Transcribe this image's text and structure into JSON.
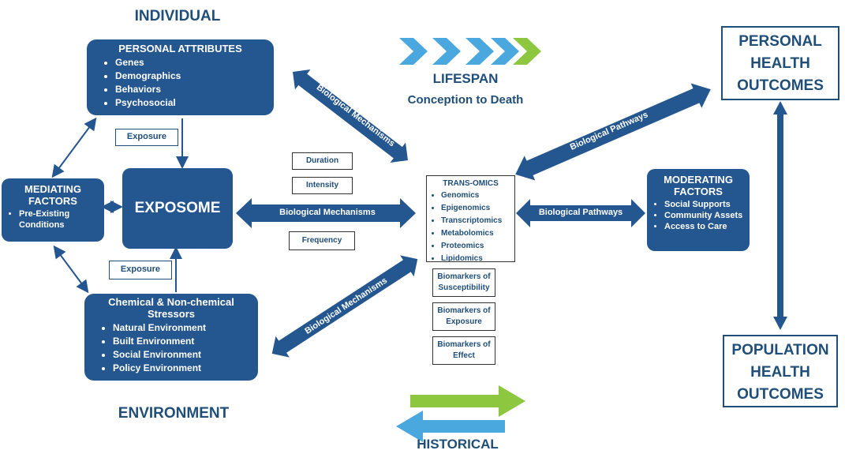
{
  "labels": {
    "individual": "INDIVIDUAL",
    "environment": "ENVIRONMENT",
    "lifespan_title": "LIFESPAN",
    "lifespan_subtitle": "Conception to Death",
    "historical": "HISTORICAL"
  },
  "personal_attributes": {
    "title": "PERSONAL ATTRIBUTES",
    "items": [
      "Genes",
      "Demographics",
      "Behaviors",
      "Psychosocial"
    ]
  },
  "mediating_factors": {
    "title": "MEDIATING FACTORS",
    "items": [
      "Pre-Existing Conditions"
    ]
  },
  "exposome": {
    "title": "EXPOSOME"
  },
  "stressors": {
    "title": "Chemical & Non-chemical Stressors",
    "items": [
      "Natural Environment",
      "Built Environment",
      "Social Environment",
      "Policy Environment"
    ]
  },
  "exposure_top": "Exposure",
  "exposure_bottom": "Exposure",
  "duration": "Duration",
  "intensity": "Intensity",
  "frequency": "Frequency",
  "trans_omics": {
    "title": "TRANS-OMICS",
    "items": [
      "Genomics",
      "Epigenomics",
      "Transcriptomics",
      "Metabolomics",
      "Proteomics",
      "Lipidomics"
    ]
  },
  "biomarkers": [
    "Biomarkers of Susceptibility",
    "Biomarkers of Exposure",
    "Biomarkers of Effect"
  ],
  "moderating_factors": {
    "title": "MODERATING FACTORS",
    "items": [
      "Social Supports",
      "Community Assets",
      "Access to Care"
    ]
  },
  "personal_health": "PERSONAL HEALTH OUTCOMES",
  "population_health": "POPULATION HEALTH OUTCOMES",
  "arrow_labels": {
    "bio_mech_upper": "Biological Mechanisms",
    "bio_mech_middle": "Biological Mechanisms",
    "bio_mech_lower": "Biological Mechanisms",
    "bio_path_upper": "Biological Pathways",
    "bio_path_middle": "Biological Pathways"
  },
  "colors": {
    "dark_blue": "#24578f",
    "text_blue": "#1f4e79",
    "light_blue": "#4aa8de",
    "green": "#8dc63f"
  }
}
